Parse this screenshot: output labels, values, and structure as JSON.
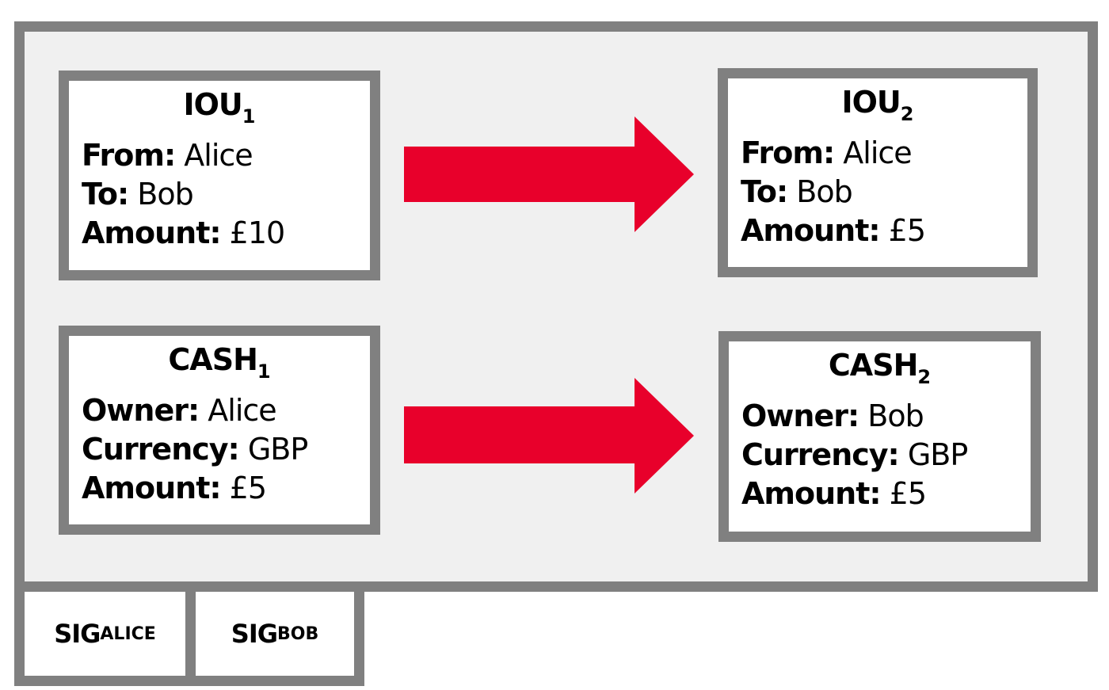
{
  "inputs": {
    "iou": {
      "title": "IOU",
      "sub": "1",
      "rows": [
        {
          "label": "From:",
          "value": "Alice"
        },
        {
          "label": "To:",
          "value": "Bob"
        },
        {
          "label": "Amount:",
          "value": "£10"
        }
      ]
    },
    "cash": {
      "title": "CASH",
      "sub": "1",
      "rows": [
        {
          "label": "Owner:",
          "value": "Alice"
        },
        {
          "label": "Currency:",
          "value": "GBP"
        },
        {
          "label": "Amount:",
          "value": "£5"
        }
      ]
    }
  },
  "outputs": {
    "iou": {
      "title": "IOU",
      "sub": "2",
      "rows": [
        {
          "label": "From:",
          "value": "Alice"
        },
        {
          "label": "To:",
          "value": "Bob"
        },
        {
          "label": "Amount:",
          "value": "£5"
        }
      ]
    },
    "cash": {
      "title": "CASH",
      "sub": "2",
      "rows": [
        {
          "label": "Owner:",
          "value": "Bob"
        },
        {
          "label": "Currency:",
          "value": "GBP"
        },
        {
          "label": "Amount:",
          "value": "£5"
        }
      ]
    }
  },
  "signatures": [
    {
      "base": "SIG",
      "sub": "ALICE"
    },
    {
      "base": "SIG",
      "sub": "BOB"
    }
  ],
  "colors": {
    "arrow": "#e8002b",
    "border": "#808080",
    "tx_background": "#f0f0f0"
  }
}
